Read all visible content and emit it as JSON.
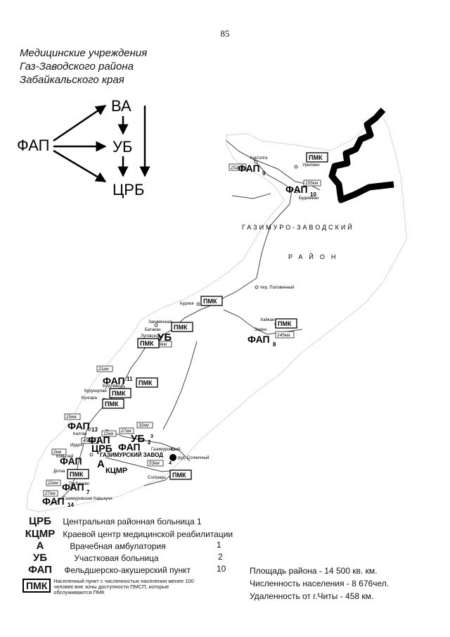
{
  "page_number": "85",
  "title": {
    "line1": "Медицинские учреждения",
    "line2": "Газ-Заводского района",
    "line3": "Забайкальского края"
  },
  "hierarchy": {
    "fap": "ФАП",
    "va": "ВА",
    "ub": "УБ",
    "crb": "ЦРБ"
  },
  "map": {
    "district_label_1": "ГАЗИМУРО-ЗАВОДСКИЙ",
    "district_label_2": "РАЙОН",
    "places": {
      "kaktolga": "Кактолга",
      "urolino": "Урюпино",
      "budyumkan": "Будюмкан",
      "polovinny": "пер. Половинный",
      "kurlea": "Курлея",
      "zakamennaya": "Закаменная",
      "batakan": "Батакан",
      "lugovskoe": "Луговское",
      "khaikan": "Хайкан",
      "zeren": "Зерен",
      "buruchmy": "Буручмы",
      "kurunzulai": "Курунзулай",
      "kungara": "Кунгара",
      "gazimurovskiy": "Газимуровский",
      "solnechny": "руд. Солнечный",
      "solonchy": "Солонцы",
      "kalgan": "Калган",
      "irdoch": "Ирдоч",
      "kovylyi": "Ковылей",
      "dogna": "Догна",
      "trubachevo": "Трубачево",
      "kavykuchi": "Газимуровские Кавыкучи",
      "town": "ГАЗИМУРСКИЙ ЗАВОД"
    },
    "distances": {
      "d252": "252км",
      "d155": "155км",
      "d145": "145км",
      "d21a": "21км",
      "d15": "15км",
      "d458": "458км",
      "d11": "11км",
      "d27a": "27км",
      "d32": "32км",
      "d2": "2км",
      "d53": "53км",
      "d22": "22км",
      "d27b": "27км",
      "d9": "9км"
    },
    "facilities": {
      "fap": "ФАП",
      "ub": "УБ",
      "pmk": "ПМК",
      "kcmr": "КЦМР",
      "crb": "ЦРБ",
      "a": "А"
    },
    "numbers": {
      "n9": "9",
      "n10": "10",
      "n8": "8",
      "n11": "11",
      "n13": "13",
      "n7": "7",
      "n14": "14",
      "n4": "4",
      "n3": "3",
      "n2": "2"
    }
  },
  "legend": [
    {
      "symbol": "ЦРБ",
      "desc": "Центральная районная больница 1",
      "count": ""
    },
    {
      "symbol": "КЦМР",
      "desc": "Краевой центр медицинской реабилитации",
      "count": ""
    },
    {
      "symbol": "А",
      "desc": "Врачебная амбулатория",
      "count": "1"
    },
    {
      "symbol": "УБ",
      "desc": "Участковая больница",
      "count": "2"
    },
    {
      "symbol": "ФАП",
      "desc": "Фельдшерско-акушерский пункт",
      "count": "10"
    }
  ],
  "legend_pmk": {
    "symbol": "ПМК",
    "desc": "Населенный пункт с численностью населения менее 100 человек вне зоны доступности ПМСП, которые обслуживаются ПМК"
  },
  "stats": {
    "area": "Площадь района - 14 500 кв. км.",
    "population": "Численность населения - 8 676чел.",
    "distance": "Удаленность от г.Читы - 458 км."
  }
}
